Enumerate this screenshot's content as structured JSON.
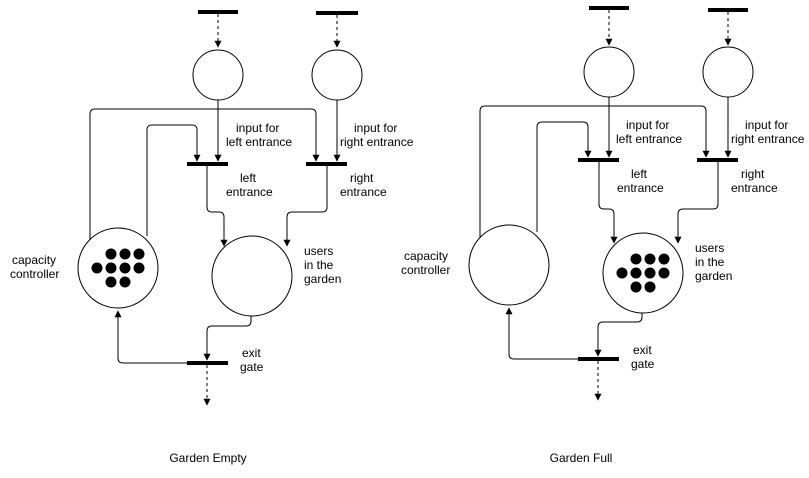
{
  "diagrams": [
    {
      "caption": "Garden Empty",
      "input_left_label": [
        "input for",
        "left entrance"
      ],
      "input_right_label": [
        "input for",
        "right entrance"
      ],
      "left_entrance_label": [
        "left",
        "entrance"
      ],
      "right_entrance_label": [
        "right",
        "entrance"
      ],
      "capacity_label": [
        "capacity",
        "controller"
      ],
      "users_label": [
        "users",
        "in the",
        "garden"
      ],
      "exit_label": [
        "exit",
        "gate"
      ],
      "capacity_tokens": 9,
      "users_tokens": 0
    },
    {
      "caption": "Garden Full",
      "input_left_label": [
        "input for",
        "left entrance"
      ],
      "input_right_label": [
        "input for",
        "right entrance"
      ],
      "left_entrance_label": [
        "left",
        "entrance"
      ],
      "right_entrance_label": [
        "right",
        "entrance"
      ],
      "capacity_label": [
        "capacity",
        "controller"
      ],
      "users_label": [
        "users",
        "in the",
        "garden"
      ],
      "exit_label": [
        "exit",
        "gate"
      ],
      "capacity_tokens": 0,
      "users_tokens": 9
    }
  ],
  "colors": {
    "stroke": "#000000",
    "background": "#ffffff"
  }
}
